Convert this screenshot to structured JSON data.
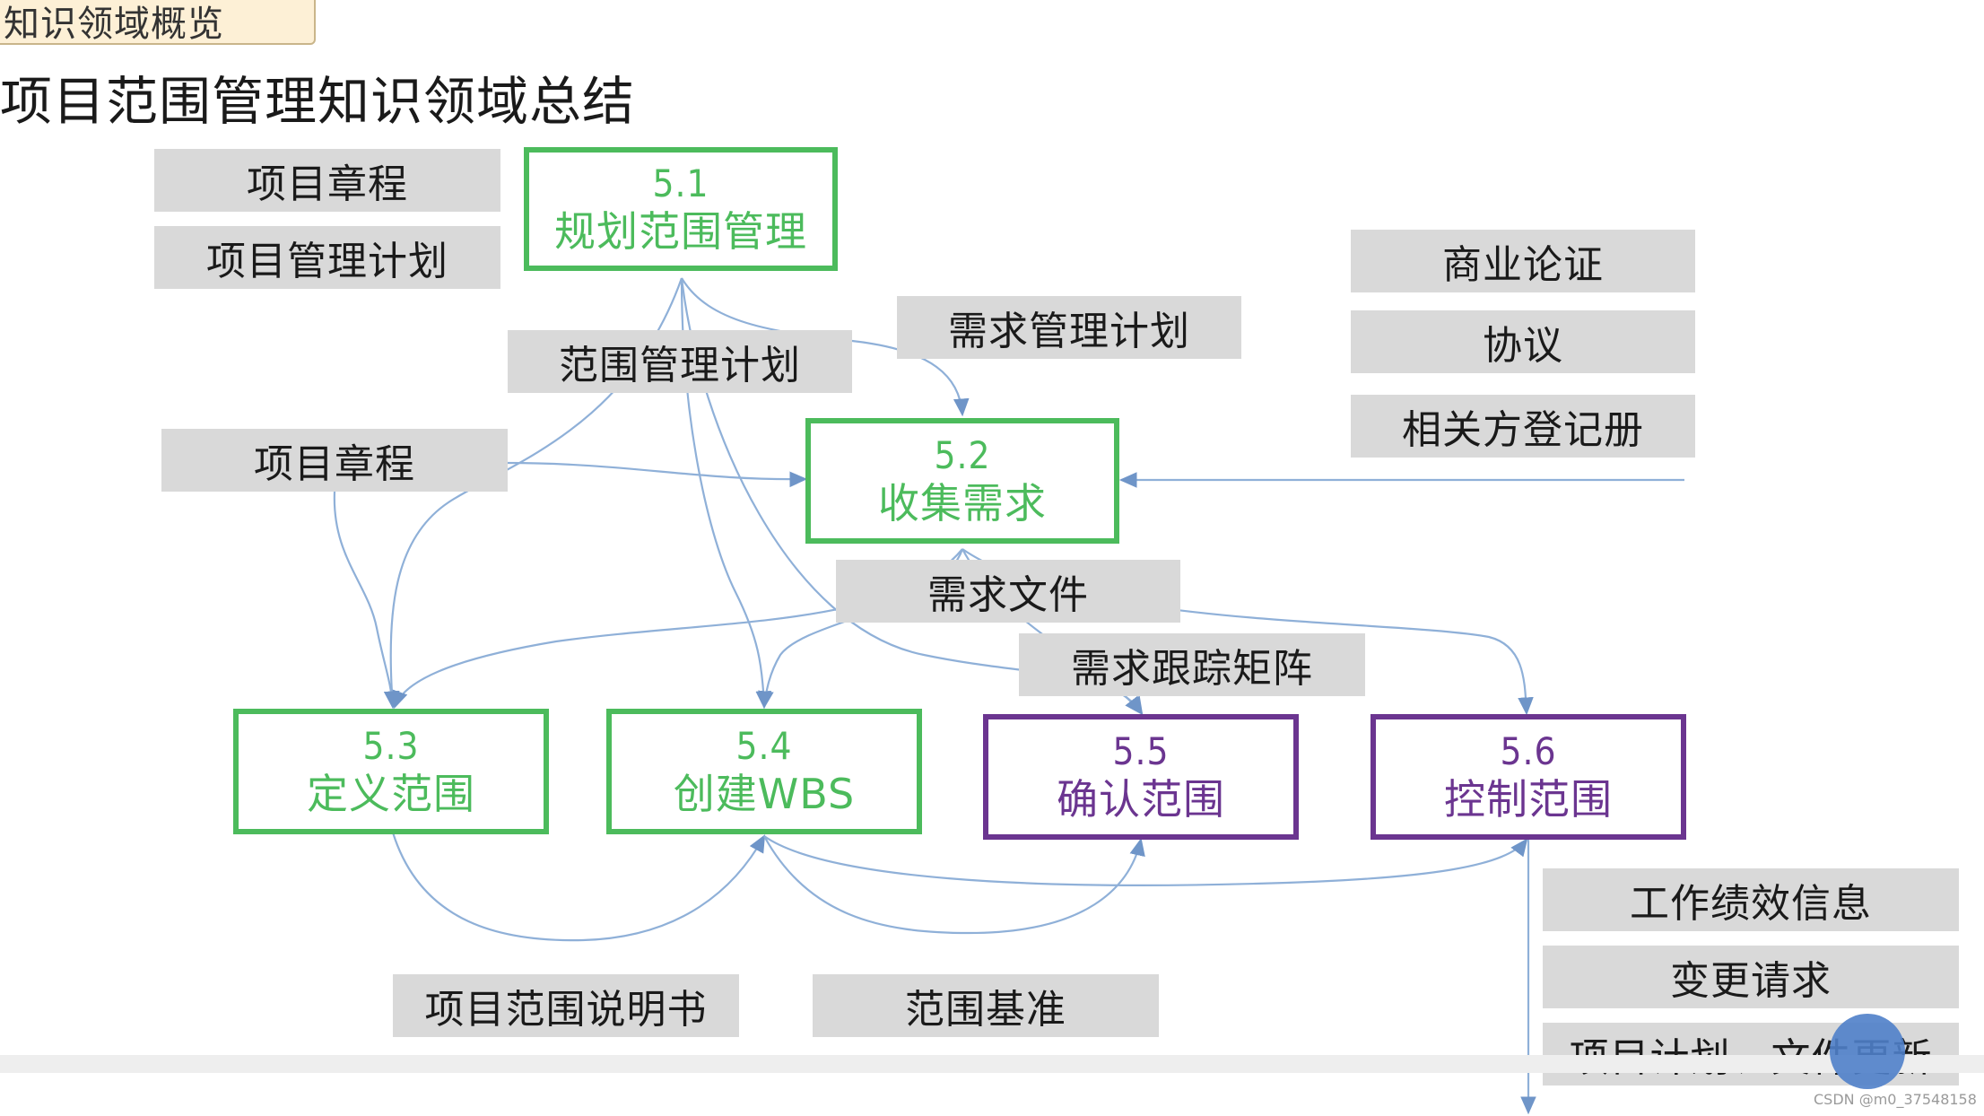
{
  "tab": {
    "label": "知识领域概览"
  },
  "title": "项目范围管理知识领域总结",
  "processes": [
    {
      "id": "p51",
      "num": "5.1",
      "name": "规划范围管理"
    },
    {
      "id": "p52",
      "num": "5.2",
      "name": "收集需求"
    },
    {
      "id": "p53",
      "num": "5.3",
      "name": "定义范围"
    },
    {
      "id": "p54",
      "num": "5.4",
      "name": "创建WBS"
    },
    {
      "id": "p55",
      "num": "5.5",
      "name": "确认范围"
    },
    {
      "id": "p56",
      "num": "5.6",
      "name": "控制范围"
    }
  ],
  "labels": {
    "charter_top": "项目章程",
    "pm_plan": "项目管理计划",
    "req_mgmt_plan": "需求管理计划",
    "scope_mgmt_plan": "范围管理计划",
    "charter_mid": "项目章程",
    "business_case": "商业论证",
    "agreements": "协议",
    "stakeholder_register": "相关方登记册",
    "req_docs": "需求文件",
    "req_trace_matrix": "需求跟踪矩阵",
    "scope_statement": "项目范围说明书",
    "scope_baseline": "范围基准",
    "work_perf_info": "工作绩效信息",
    "change_requests": "变更请求",
    "plan_doc_updates": "项目计划、文件更新"
  },
  "watermark": "CSDN @m0_37548158",
  "colors": {
    "green": "#4cbb5c",
    "purple": "#6b3590",
    "gray_box": "#d9d9d9",
    "arrow": "#8fb0d8"
  }
}
